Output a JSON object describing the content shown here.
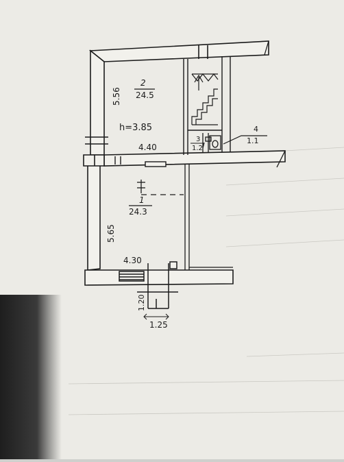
{
  "rooms": [
    {
      "number": "2",
      "area": "24.5"
    },
    {
      "number": "3",
      "area": "1.2"
    },
    {
      "number": "4",
      "area": "1.1"
    },
    {
      "number": "1",
      "area": "24.3"
    }
  ],
  "dimensions": {
    "room2_height": "5.56",
    "room2_width": "4.40",
    "ceiling_height": "h=3.85",
    "room1_height": "5.65",
    "room1_width": "4.30",
    "entrance_depth": "1.20",
    "entrance_width": "1.25"
  },
  "colors": {
    "paper": "#ecebe6",
    "ink": "#1b1b1b",
    "wall_fill": "#f2f1ec",
    "shadow": "#2a2a2a"
  }
}
